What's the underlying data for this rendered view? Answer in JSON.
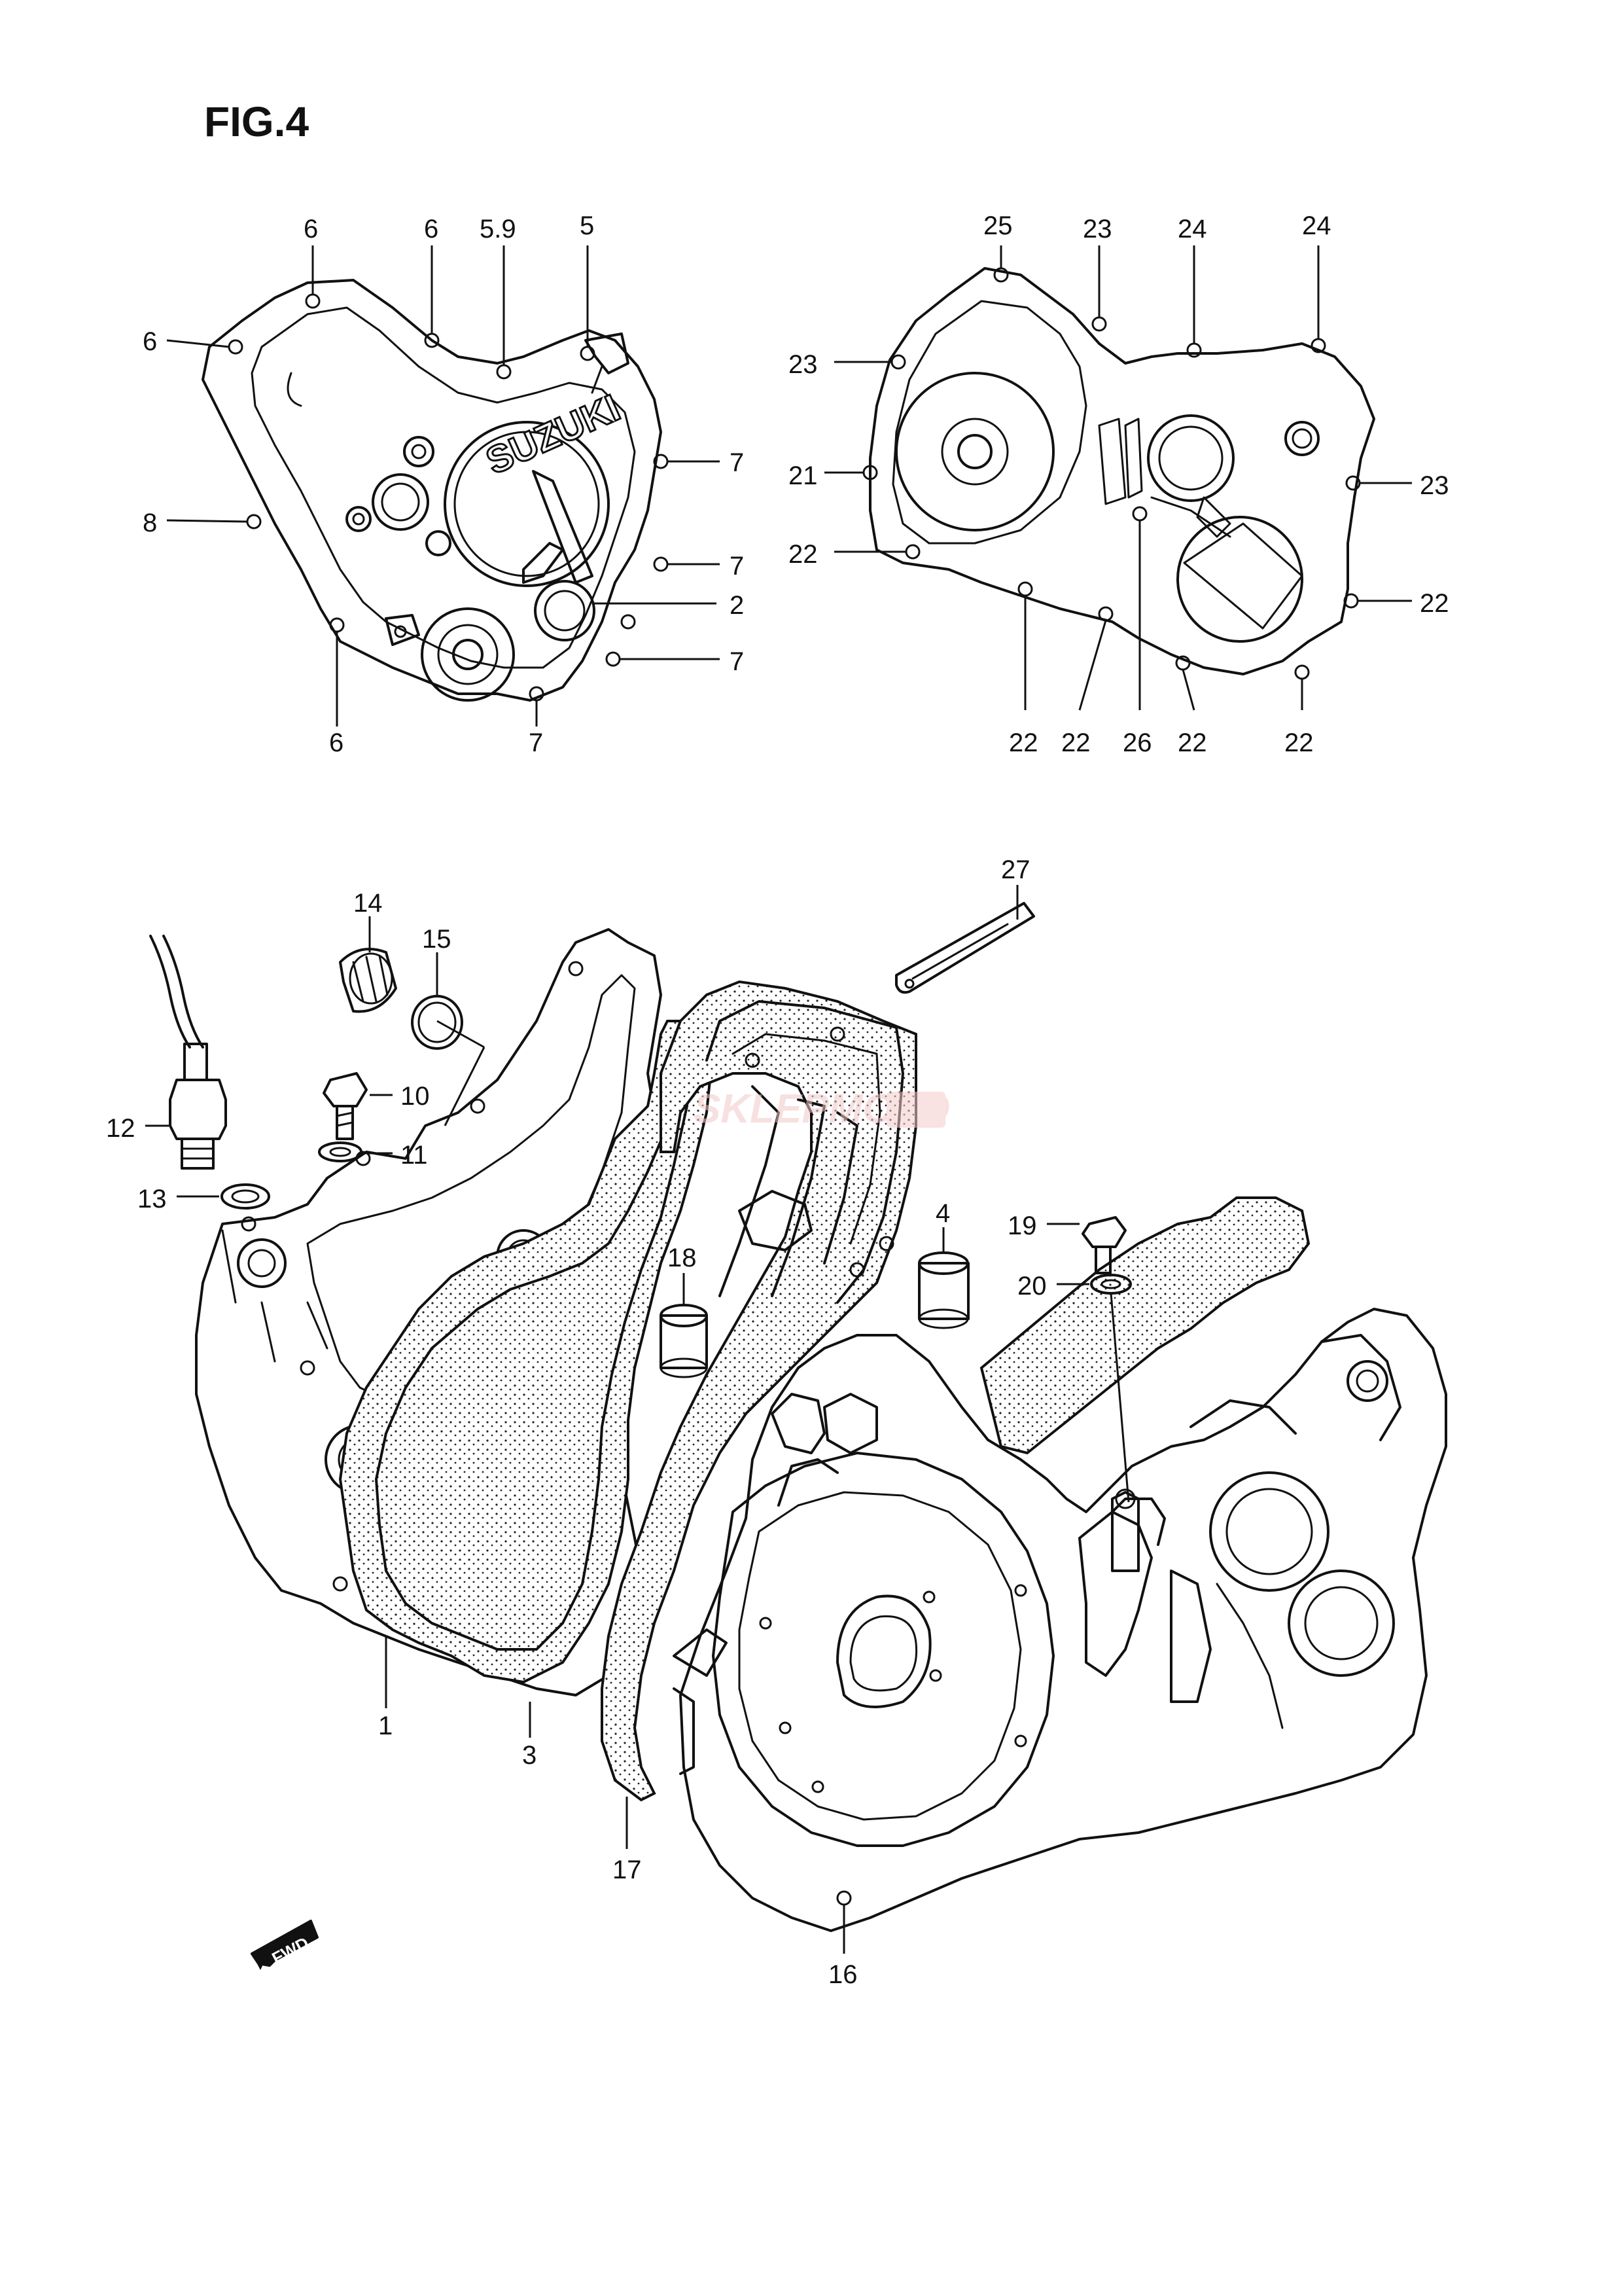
{
  "title": "FIG.4",
  "brand_mark": "SUZUKI",
  "direction_mark": "FWD",
  "watermark": "SKLEPMOTO",
  "labels": {
    "l_6a": "6",
    "l_6b": "6",
    "l_59": "5.9",
    "l_5": "5",
    "l_6c": "6",
    "l_7a": "7",
    "l_8": "8",
    "l_7b": "7",
    "l_2": "2",
    "l_7c": "7",
    "l_6d": "6",
    "l_7d": "7",
    "l_25": "25",
    "l_23a": "23",
    "l_24a": "24",
    "l_24b": "24",
    "l_23b": "23",
    "l_23c": "23",
    "l_21": "21",
    "l_22a": "22",
    "l_22b": "22",
    "l_22c": "22",
    "l_22d": "22",
    "l_26": "26",
    "l_22e": "22",
    "l_22f": "22",
    "l_14": "14",
    "l_15": "15",
    "l_27": "27",
    "l_10": "10",
    "l_11": "11",
    "l_12": "12",
    "l_13": "13",
    "l_4": "4",
    "l_18": "18",
    "l_19": "19",
    "l_20": "20",
    "l_1": "1",
    "l_3": "3",
    "l_17": "17",
    "l_16": "16"
  }
}
